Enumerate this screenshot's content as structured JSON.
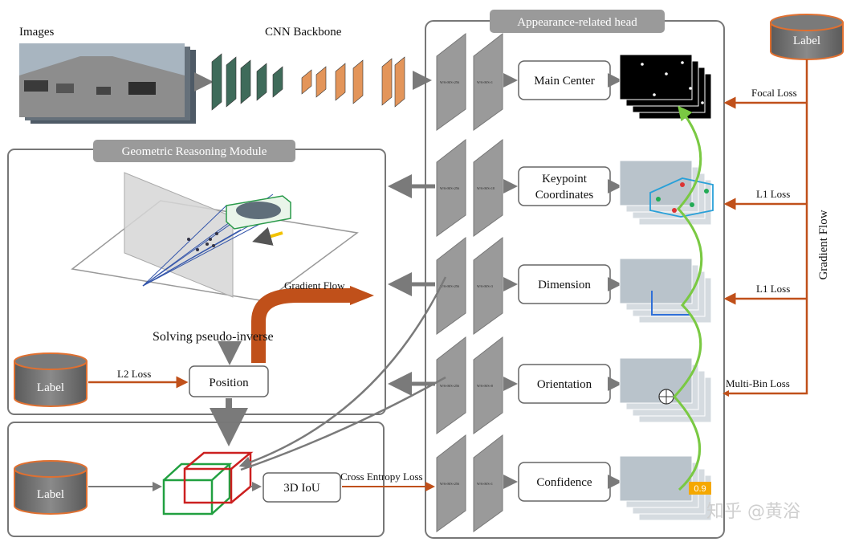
{
  "top": {
    "images_label": "Images",
    "backbone_label": "CNN Backbone"
  },
  "panels": {
    "appearance_title": "Appearance-related head",
    "geometric_title": "Geometric Reasoning Module"
  },
  "heads": [
    {
      "label_lines": [
        "Main Center"
      ],
      "dim1": "W/S×H/S×256",
      "dim2": "W/S×H/S×1"
    },
    {
      "label_lines": [
        "Keypoint",
        "Coordinates"
      ],
      "dim1": "W/S×H/S×256",
      "dim2": "W/S×H/S×18"
    },
    {
      "label_lines": [
        "Dimension"
      ],
      "dim1": "W/S×H/S×256",
      "dim2": "W/S×H/S×3"
    },
    {
      "label_lines": [
        "Orientation"
      ],
      "dim1": "W/S×H/S×256",
      "dim2": "W/S×H/S×8"
    },
    {
      "label_lines": [
        "Confidence"
      ],
      "dim1": "W/S×H/S×256",
      "dim2": "W/S×H/S×1"
    }
  ],
  "losses": [
    "Focal Loss",
    "L1 Loss",
    "L1 Loss",
    "Multi-Bin Loss"
  ],
  "label_db": {
    "text": "Label"
  },
  "gradient_flow_vertical": "Gradient Flow",
  "geometric": {
    "gradient_flow": "Gradient Flow",
    "solving": "Solving pseudo-inverse",
    "label": "Label",
    "l2_loss": "L2 Loss",
    "position": "Position"
  },
  "bottom": {
    "label": "Label",
    "iou": "3D IoU",
    "cross_entropy": "Cross Entropy Loss"
  },
  "confidence_score": "0.9",
  "watermark": "知乎 @黄浴",
  "colors": {
    "pill": "#9a9a9a",
    "panel_border": "#777777",
    "backbone_green": "#3f6b5a",
    "backbone_orange": "#e3955a",
    "loss_arrow": "#c0501a",
    "gray_arrow": "#7a7a7a",
    "green_flow": "#7ac943",
    "db_fill": "#6b6b6b"
  }
}
